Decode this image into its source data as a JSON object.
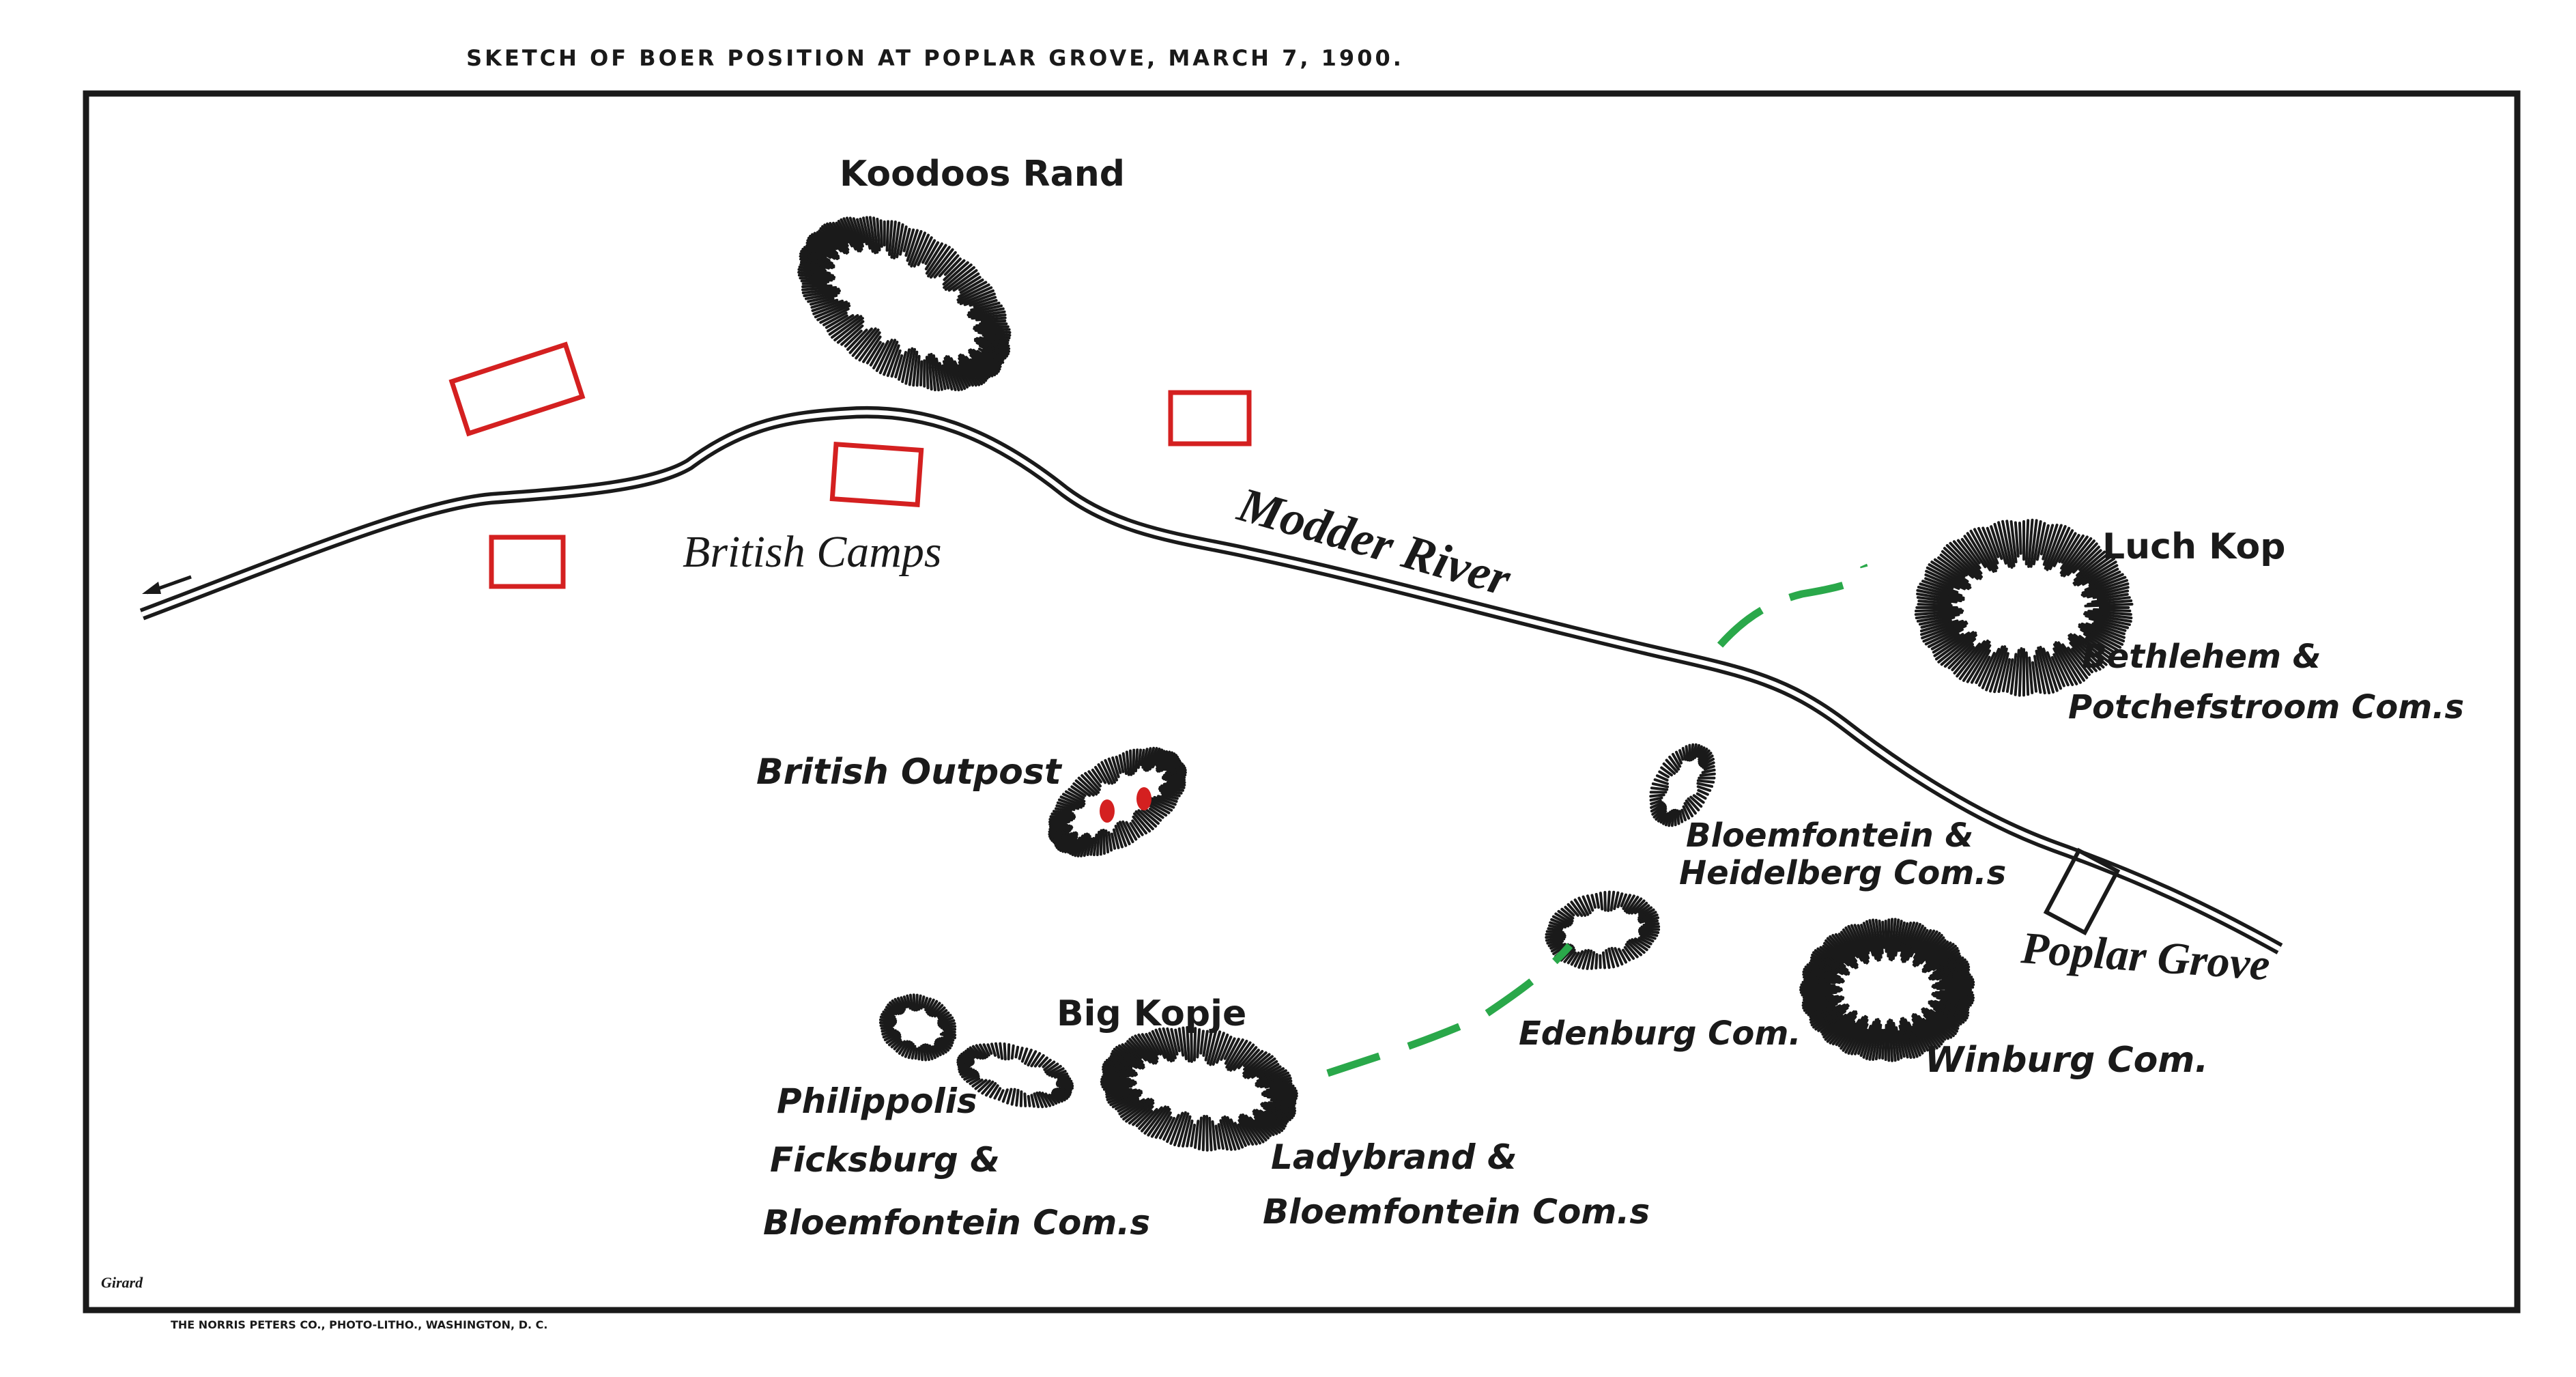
{
  "map": {
    "title": "SKETCH OF BOER POSITION AT POPLAR GROVE, MARCH 7, 1900.",
    "footer_imprint": "THE NORRIS PETERS CO., PHOTO-LITHO., WASHINGTON, D. C.",
    "signature": "Girard",
    "colors": {
      "ink": "#1a1a1a",
      "british_position": "#d42020",
      "boer_line": "#2aa84a"
    },
    "features": {
      "koodoos_rand": "Koodoos Rand",
      "luch_kop": "Luch Kop",
      "big_kopje": "Big Kopje",
      "modder_river": "Modder River",
      "british_camps": "British Camps",
      "british_outpost": "British Outpost",
      "poplar_grove": "Poplar Grove"
    },
    "commandos": {
      "bethlehem_line1": "Bethlehem &",
      "bethlehem_line2": "Potchefstroom Com.s",
      "bloemfontein_heidelberg_line1": "Bloemfontein &",
      "bloemfontein_heidelberg_line2": "Heidelberg Com.s",
      "edenburg": "Edenburg Com.",
      "winburg": "Winburg Com.",
      "ladybrand_line1": "Ladybrand &",
      "ladybrand_line2": "Bloemfontein Com.s",
      "philippolis_line1": "Philippolis",
      "philippolis_line2": "Ficksburg &",
      "philippolis_line3": "Bloemfontein Com.s"
    },
    "icons": {
      "hill": "hachured-hill-icon",
      "camp": "camp-rectangle-icon",
      "flow": "river-flow-arrow-icon",
      "building": "building-icon"
    }
  }
}
